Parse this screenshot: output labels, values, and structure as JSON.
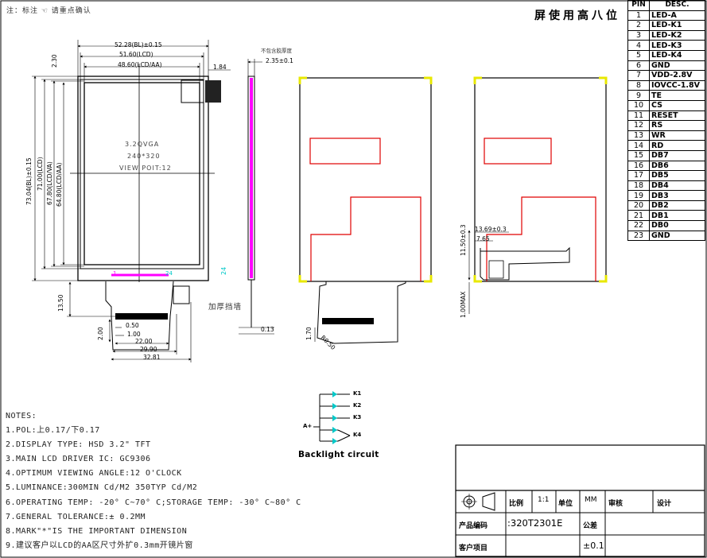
{
  "top_note": "注：标注 ☜ 请重点确认",
  "header_title": "屏使用高八位",
  "pin_table": {
    "col_pin": "PIN",
    "col_desc": "DESC.",
    "rows": [
      {
        "pin": "1",
        "desc": "LED-A"
      },
      {
        "pin": "2",
        "desc": "LED-K1"
      },
      {
        "pin": "3",
        "desc": "LED-K2"
      },
      {
        "pin": "4",
        "desc": "LED-K3"
      },
      {
        "pin": "5",
        "desc": "LED-K4"
      },
      {
        "pin": "6",
        "desc": "GND"
      },
      {
        "pin": "7",
        "desc": "VDD-2.8V"
      },
      {
        "pin": "8",
        "desc": "IOVCC-1.8V"
      },
      {
        "pin": "9",
        "desc": "TE"
      },
      {
        "pin": "10",
        "desc": "CS"
      },
      {
        "pin": "11",
        "desc": "RESET"
      },
      {
        "pin": "12",
        "desc": "RS"
      },
      {
        "pin": "13",
        "desc": "WR"
      },
      {
        "pin": "14",
        "desc": "RD"
      },
      {
        "pin": "15",
        "desc": "DB7"
      },
      {
        "pin": "16",
        "desc": "DB6"
      },
      {
        "pin": "17",
        "desc": "DB5"
      },
      {
        "pin": "18",
        "desc": "DB4"
      },
      {
        "pin": "19",
        "desc": "DB3"
      },
      {
        "pin": "20",
        "desc": "DB2"
      },
      {
        "pin": "21",
        "desc": "DB1"
      },
      {
        "pin": "22",
        "desc": "DB0"
      },
      {
        "pin": "23",
        "desc": "GND"
      }
    ]
  },
  "front_view": {
    "dims": {
      "bl_width": "52.28(BL)±0.15",
      "lcd_width": "51.60(LCD)",
      "aa_width": "48.60(LCD/AA)",
      "top_offset": "2.30",
      "right_offset": "1.84",
      "bl_height": "73.04(BL)±0.15",
      "lcd_height": "71.00(LCD)",
      "va_height": "67.80(LCD/VA)",
      "aa_height": "64.80(LCD/AA)",
      "fpc_len": "13.50",
      "pitch": "0.50",
      "pad_w": "1.00",
      "pad_gap": "2.00",
      "span1": "22.00",
      "span2": "29.90",
      "span3": "32.81"
    },
    "center_text": [
      "3.2QVGA",
      "240*320",
      "VIEW POIT:12"
    ],
    "pin_marks": {
      "first": "1",
      "last": "24"
    },
    "side_mark": "24"
  },
  "side_view": {
    "note": "不包含胶厚度",
    "thickness": "2.35±0.1",
    "stiffener_label": "加厚挡墙",
    "fpc_thickness": "0.13"
  },
  "back_view1": {
    "fpc_dims": {
      "a": "1.70",
      "b": "R0.50"
    }
  },
  "back_view2": {
    "dims": {
      "h1": "11.50±0.3",
      "h2": "1.00MAX",
      "w1": "13.69±0.3",
      "w2": "7.65"
    }
  },
  "backlight": {
    "title": "Backlight circuit",
    "anode": "A+",
    "cathodes": [
      "K1",
      "K2",
      "K3",
      "K4"
    ]
  },
  "notes": {
    "heading": "NOTES:",
    "items": [
      "1.POL:上0.17/下0.17",
      "2.DISPLAY TYPE:  HSD 3.2\" TFT",
      "3.MAIN LCD DRIVER IC: GC9306",
      "4.OPTIMUM VIEWING ANGLE:12 O'CLOCK",
      "5.LUMINANCE:300MIN Cd/M2 350TYP Cd/M2",
      "6.OPERATING TEMP: -20° C~70° C;STORAGE TEMP: -30° C~80° C",
      "7.GENERAL TOLERANCE:± 0.2MM",
      "8.MARK\"*\"IS THE IMPORTANT DIMENSION",
      "9.建议客户以LCD的AA区尺寸外扩0.3mm开镜片窗"
    ]
  },
  "title_block": {
    "scale_label": "比例",
    "scale_value": "1:1",
    "unit_label": "单位",
    "unit_value": "MM",
    "review_label": "审核",
    "design_label": "设计",
    "product_label": "产品编码",
    "product_value": ":320T2301E",
    "tolerance_label": "公差",
    "tolerance_value": "±0.1",
    "customer_label": "客户项目"
  },
  "colors": {
    "line": "#000000",
    "red": "#e00000",
    "yellow": "#e8e800",
    "magenta": "#ff00ff",
    "cyan": "#00c8c8"
  }
}
